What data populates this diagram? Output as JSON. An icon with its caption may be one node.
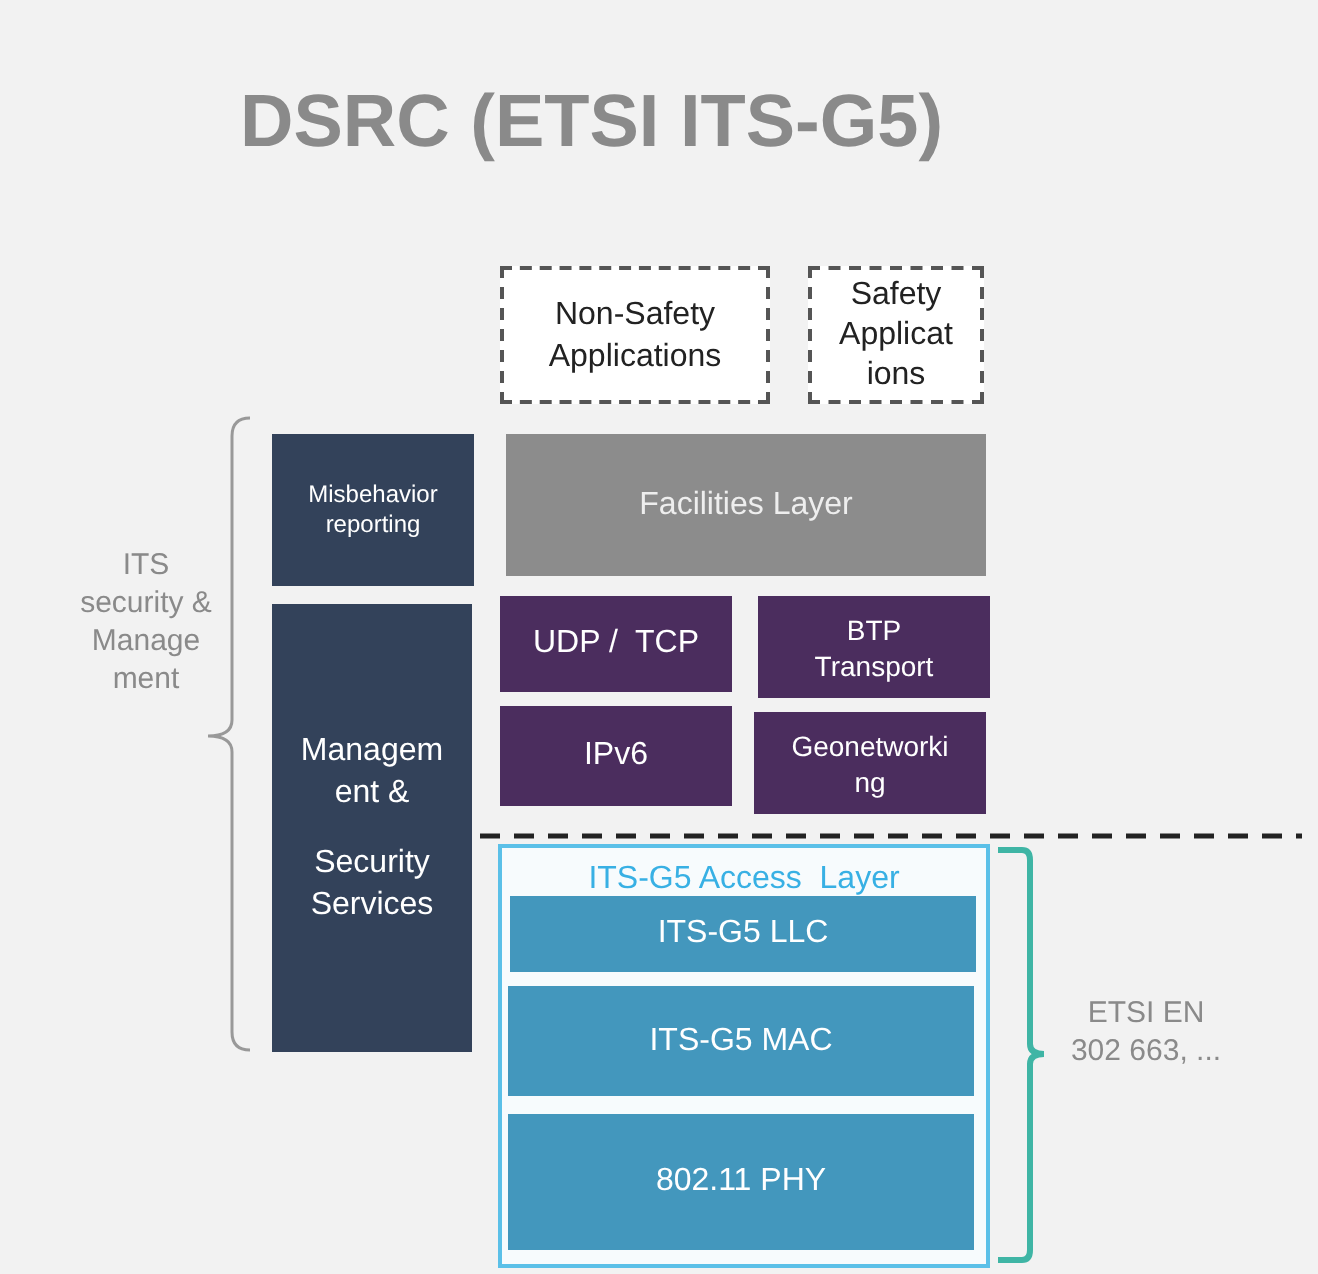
{
  "diagram": {
    "title": "DSRC (ETSI ITS-G5)",
    "nodes": [
      {
        "text": [
          "Non-Safety Applications"
        ]
      },
      {
        "text": [
          "Safety Applicat ions"
        ]
      },
      {
        "text": [
          "Misbehavior reporting"
        ]
      },
      {
        "text": [
          "Facilities Layer"
        ]
      },
      {
        "text": [
          "Managem ent &",
          "Security Services"
        ]
      },
      {
        "text": [
          "UDP /  TCP"
        ]
      },
      {
        "text": [
          "BTP Transport"
        ]
      },
      {
        "text": [
          "IPv6"
        ]
      },
      {
        "text": [
          "Geonetworki ng"
        ]
      },
      {
        "text": [
          "ITS-G5 Access  Layer"
        ]
      },
      {
        "text": [
          "ITS-G5 LLC"
        ],
        "in": 9
      },
      {
        "text": [
          "ITS-G5 MAC"
        ],
        "in": 9
      },
      {
        "text": [
          "802.11 PHY"
        ],
        "in": 9
      }
    ],
    "labels": [
      "ITS security & Manage ment",
      "ETSI EN 302 663, ..."
    ]
  }
}
